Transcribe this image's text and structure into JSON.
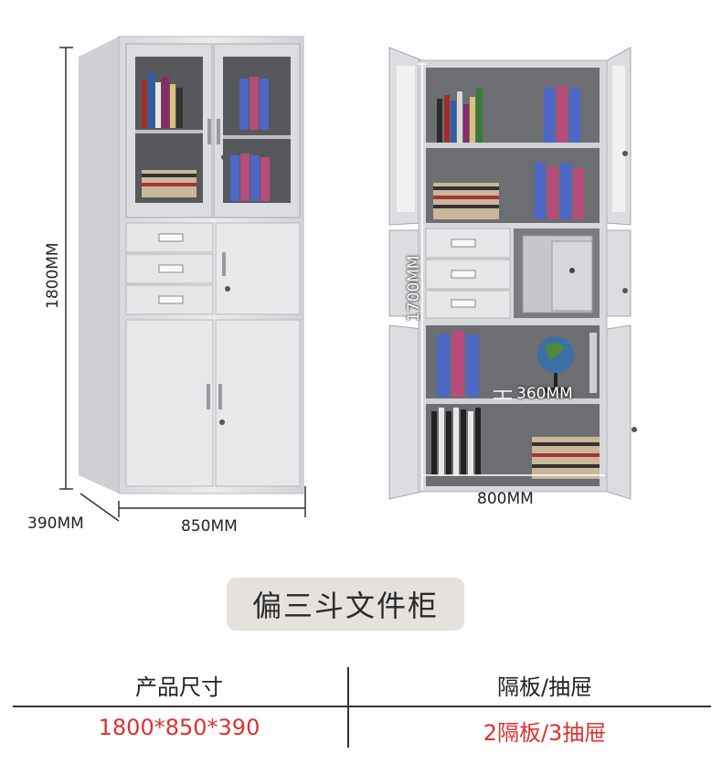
{
  "dimensions": {
    "height_outer": "1800MM",
    "depth": "390MM",
    "width_outer": "850MM",
    "height_inner": "1700MM",
    "shelf_gap": "360MM",
    "width_inner": "800MM"
  },
  "product_title": "偏三斗文件柜",
  "spec_table": {
    "headers": [
      "产品尺寸",
      "隔板/抽屉"
    ],
    "values": [
      "1800*850*390",
      "2隔板/3抽屉"
    ]
  },
  "colors": {
    "cabinet_body": "#e4e4e6",
    "cabinet_shadow": "#c9c9cc",
    "interior": "#6e6e72",
    "value_red": "#e03030",
    "badge_bg": "#e5e2dd"
  }
}
